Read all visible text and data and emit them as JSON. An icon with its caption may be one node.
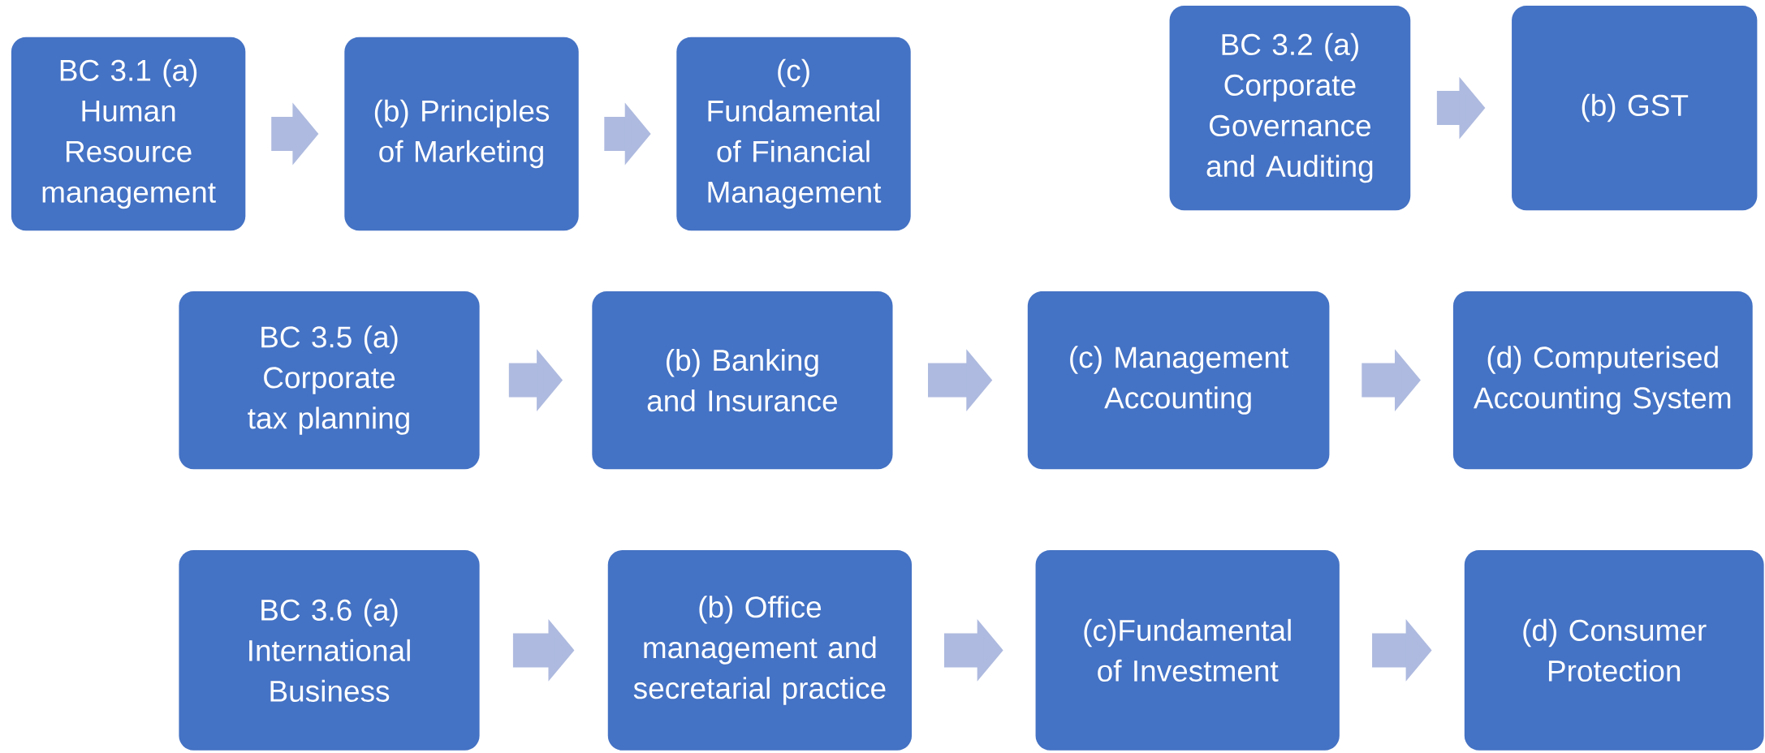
{
  "diagram": {
    "nodes": [
      {
        "text": [
          "BC 3.1 (a) Human Resource management"
        ]
      },
      {
        "text": [
          "(b) Principles of Marketing"
        ]
      },
      {
        "text": [
          "(c) Fundamental of Financial Management"
        ]
      },
      {
        "text": [
          "BC 3.2 (a) Corporate Governance and Auditing"
        ]
      },
      {
        "text": [
          "(b) GST"
        ]
      },
      {
        "text": [
          "BC 3.5 (a) Corporate tax planning"
        ]
      },
      {
        "text": [
          "(b) Banking and Insurance"
        ]
      },
      {
        "text": [
          "(c) Management Accounting"
        ]
      },
      {
        "text": [
          "(d) Computerised Accounting System"
        ]
      },
      {
        "text": [
          "BC 3.6 (a) International Business"
        ]
      },
      {
        "text": [
          "(b) Office management and secretarial practice"
        ]
      },
      {
        "text": [
          "(c)Fundamental of Investment"
        ]
      },
      {
        "text": [
          "(d) Consumer Protection"
        ]
      }
    ],
    "edges": [
      {
        "from": 0,
        "to": 1,
        "arrow": "to"
      },
      {
        "from": 1,
        "to": 2,
        "arrow": "to"
      },
      {
        "from": 3,
        "to": 4,
        "arrow": "to"
      },
      {
        "from": 5,
        "to": 6,
        "arrow": "to"
      },
      {
        "from": 6,
        "to": 7,
        "arrow": "to"
      },
      {
        "from": 7,
        "to": 8,
        "arrow": "to"
      },
      {
        "from": 9,
        "to": 10,
        "arrow": "to"
      },
      {
        "from": 10,
        "to": 11,
        "arrow": "to"
      },
      {
        "from": 11,
        "to": 12,
        "arrow": "to"
      }
    ]
  }
}
